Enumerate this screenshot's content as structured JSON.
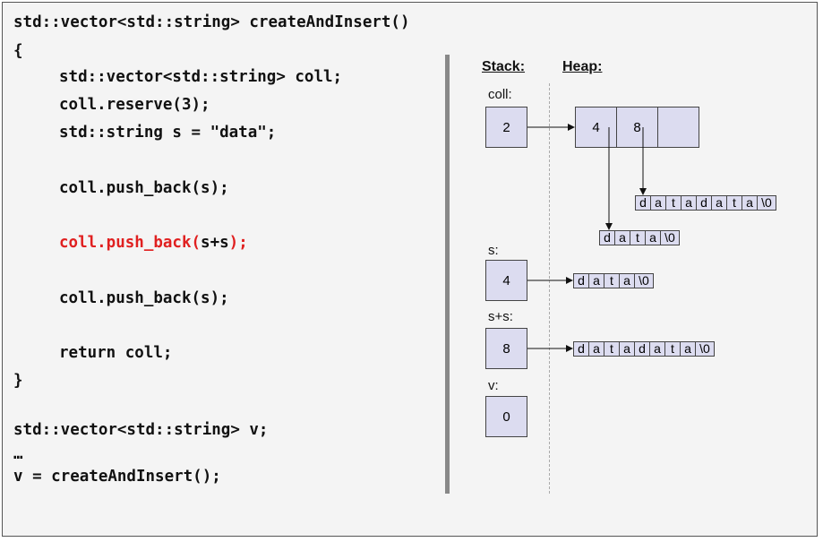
{
  "code": {
    "signature": "std::vector<std::string> createAndInsert()",
    "open_brace": "{",
    "line1": "std::vector<std::string> coll;",
    "line2": "coll.reserve(3);",
    "line3": "std::string s = \"data\";",
    "line4": "coll.push_back(s);",
    "line5_highlight": "coll.push_back(",
    "line5_rest": "s+s",
    "line5_close": ");",
    "line6": "coll.push_back(s);",
    "line7": "return coll;",
    "close_brace": "}",
    "outer1": "std::vector<std::string> v;",
    "outer2": "…",
    "outer3": "v = createAndInsert();"
  },
  "diagram": {
    "stack_header": "Stack:",
    "heap_header": "Heap:",
    "coll_label": "coll:",
    "coll_value": "2",
    "vec_cells": [
      "4",
      "8",
      ""
    ],
    "s_label": "s:",
    "s_value": "4",
    "ss_label": "s+s:",
    "ss_value": "8",
    "v_label": "v:",
    "v_value": "0",
    "heap_data": [
      "d",
      "a",
      "t",
      "a",
      "\\0"
    ],
    "heap_datadata": [
      "d",
      "a",
      "t",
      "a",
      "d",
      "a",
      "t",
      "a",
      "\\0"
    ]
  }
}
